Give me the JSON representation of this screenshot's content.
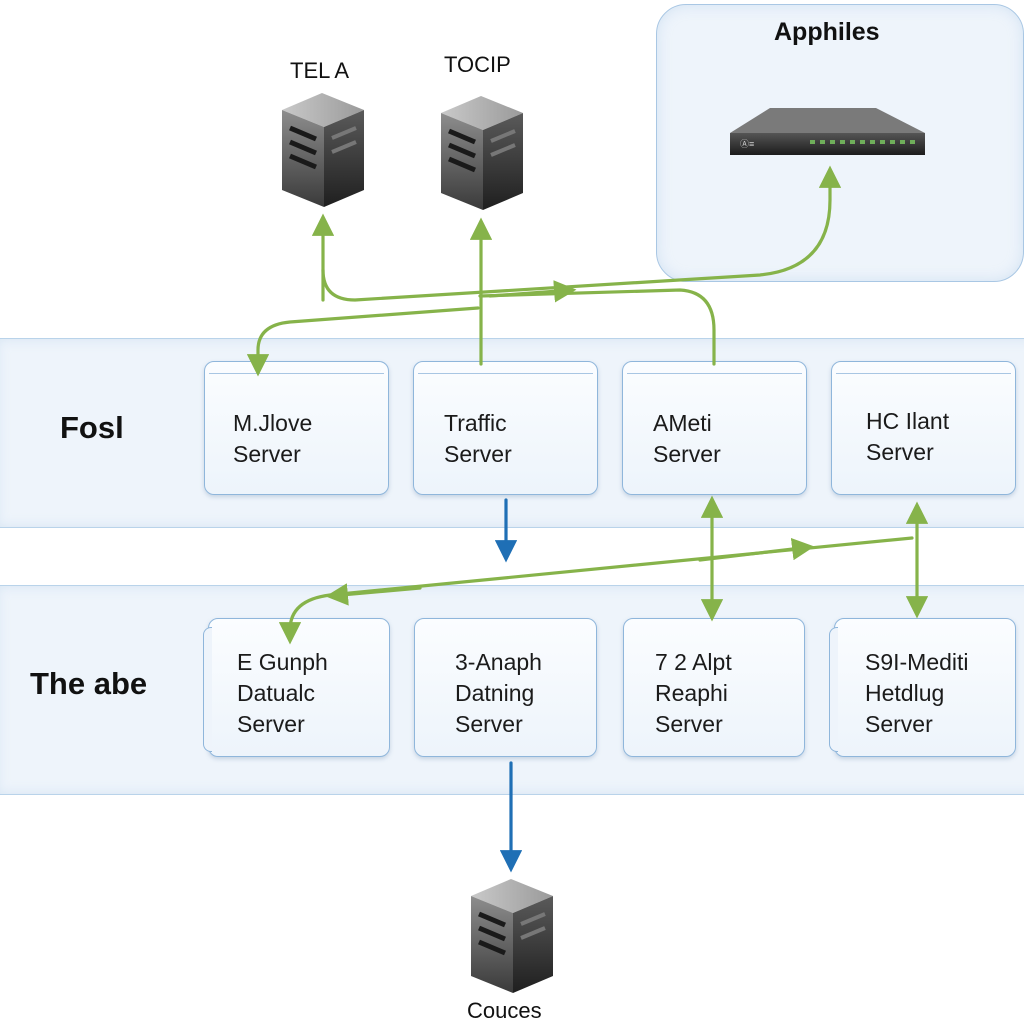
{
  "servers_top": [
    {
      "label": "TEL A",
      "icon": "server-tower-icon"
    },
    {
      "label": "TOCIP",
      "icon": "server-tower-icon"
    }
  ],
  "appliance": {
    "title": "Apphiles",
    "device_text": "Ⓐ≡",
    "icon": "network-switch-icon"
  },
  "tiers": [
    {
      "label": "Fosl",
      "nodes": [
        {
          "lines": [
            "M.Jlove",
            "Server"
          ]
        },
        {
          "lines": [
            "Traffic",
            "Server"
          ]
        },
        {
          "lines": [
            "AMeti",
            "Server"
          ]
        },
        {
          "lines": [
            "HC Ilant",
            "Server"
          ]
        }
      ]
    },
    {
      "label": "The abe",
      "nodes": [
        {
          "lines": [
            "E Gunph",
            "Datualc",
            "Server"
          ]
        },
        {
          "lines": [
            "3-Anaph",
            "Datning",
            "Server"
          ]
        },
        {
          "lines": [
            "7 2 Alpt",
            "Reaphi",
            "Server"
          ]
        },
        {
          "lines": [
            "S9I-Mediti",
            "Hetdlug",
            "Server"
          ]
        }
      ]
    }
  ],
  "bottom_server": {
    "label": "Couces",
    "icon": "server-tower-icon"
  },
  "colors": {
    "green_link": "#86b34a",
    "blue_link": "#1f6fb5",
    "band_bg": "#eef4fb",
    "band_border": "#b9d3ea"
  }
}
